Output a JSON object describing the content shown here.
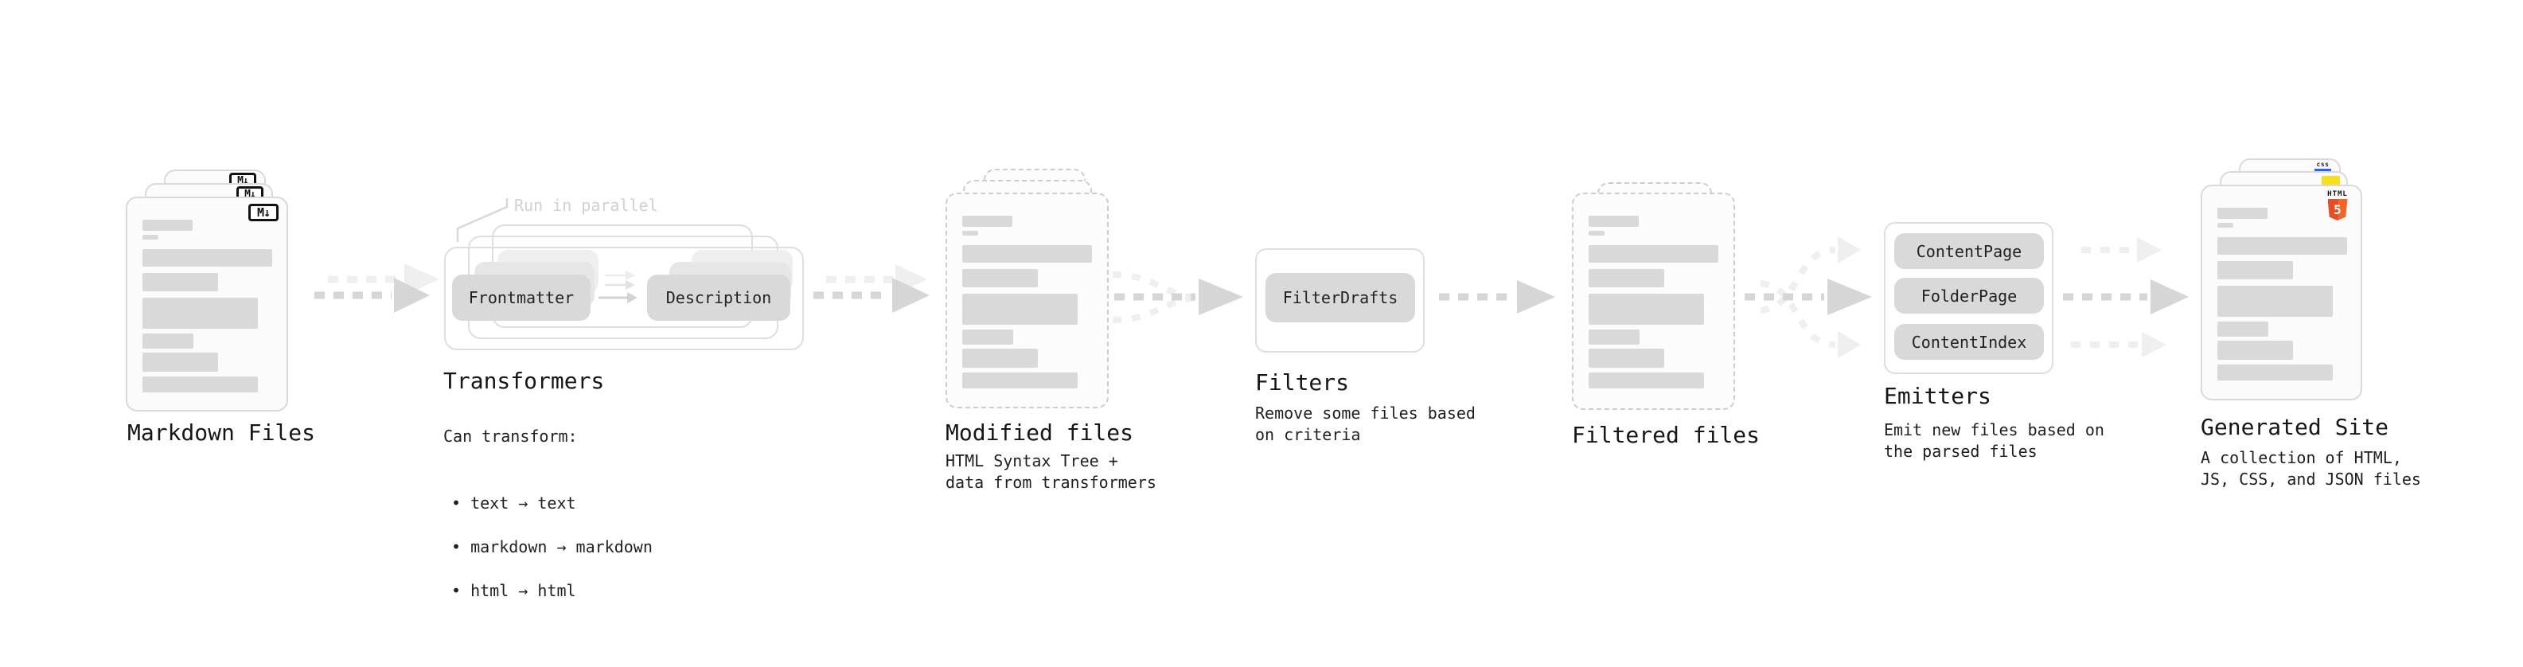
{
  "colors": {
    "arrow_gray": "#d6d6d6",
    "arrow_light": "#eeeeee",
    "pill_fill": "#d9d9d9",
    "card_fill": "#fbfbfb",
    "card_border": "#d9d9d9",
    "dashed_border": "#cdcdcd",
    "text_dark": "#1f1f1f",
    "note_gray": "#d0d0d0",
    "html5_orange": "#e44d26",
    "js_yellow": "#f7df1e",
    "css_blue": "#2962ff"
  },
  "file_bars": [
    {
      "w": 63,
      "h": 14,
      "mt": 0
    },
    {
      "w": 20,
      "h": 6,
      "mt": 5
    },
    {
      "w": 163,
      "h": 22,
      "mt": 12
    },
    {
      "w": 95,
      "h": 23,
      "mt": 8
    },
    {
      "w": 145,
      "h": 39,
      "mt": 8
    },
    {
      "w": 64,
      "h": 19,
      "mt": 6
    },
    {
      "w": 95,
      "h": 24,
      "mt": 5
    },
    {
      "w": 145,
      "h": 20,
      "mt": 6
    }
  ],
  "markdown_files": {
    "label": "Markdown Files",
    "badge": "M↓"
  },
  "transformers": {
    "label": "Transformers",
    "note": "Run in parallel",
    "pill_left": "Frontmatter",
    "pill_right": "Description",
    "caption_intro": "Can transform:",
    "bullets": [
      "text → text",
      "markdown → markdown",
      "html → html"
    ]
  },
  "modified_files": {
    "label": "Modified files",
    "caption": "HTML Syntax Tree +\ndata from transformers"
  },
  "filters": {
    "label": "Filters",
    "pill": "FilterDrafts",
    "caption": "Remove some files based\non criteria"
  },
  "filtered_files": {
    "label": "Filtered files"
  },
  "emitters": {
    "label": "Emitters",
    "pills": [
      "ContentPage",
      "FolderPage",
      "ContentIndex"
    ],
    "caption": "Emit new files based on\nthe parsed files"
  },
  "generated_site": {
    "label": "Generated Site",
    "caption": "A collection of HTML,\nJS, CSS, and JSON files",
    "html_badge_top": "HTML",
    "html_badge_number": "5",
    "css_badge": "css"
  }
}
